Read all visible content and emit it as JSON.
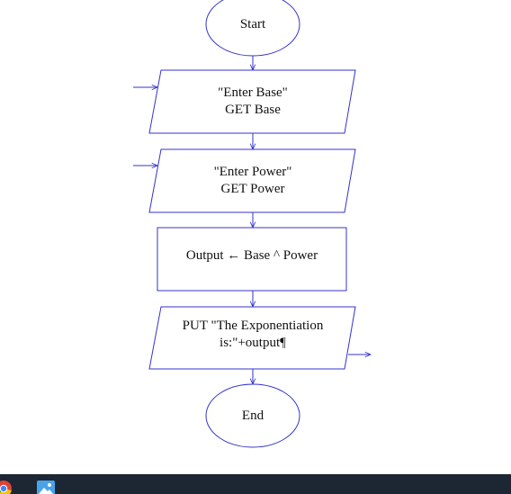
{
  "flowchart": {
    "start": {
      "label": "Start"
    },
    "input_base": {
      "lines": [
        "\"Enter Base\"",
        "GET Base"
      ]
    },
    "input_power": {
      "lines": [
        "\"Enter Power\"",
        "GET Power"
      ]
    },
    "process": {
      "label": "Output ← Base ^ Power"
    },
    "output": {
      "lines": [
        "PUT \"The Exponentiation",
        "is:\"+output¶"
      ]
    },
    "end": {
      "label": "End"
    }
  },
  "colors": {
    "stroke": "#3333cc",
    "text": "#111111",
    "taskbar": "#1c2733"
  },
  "taskbar": {
    "icons": [
      "chrome-icon",
      "photos-icon"
    ]
  }
}
